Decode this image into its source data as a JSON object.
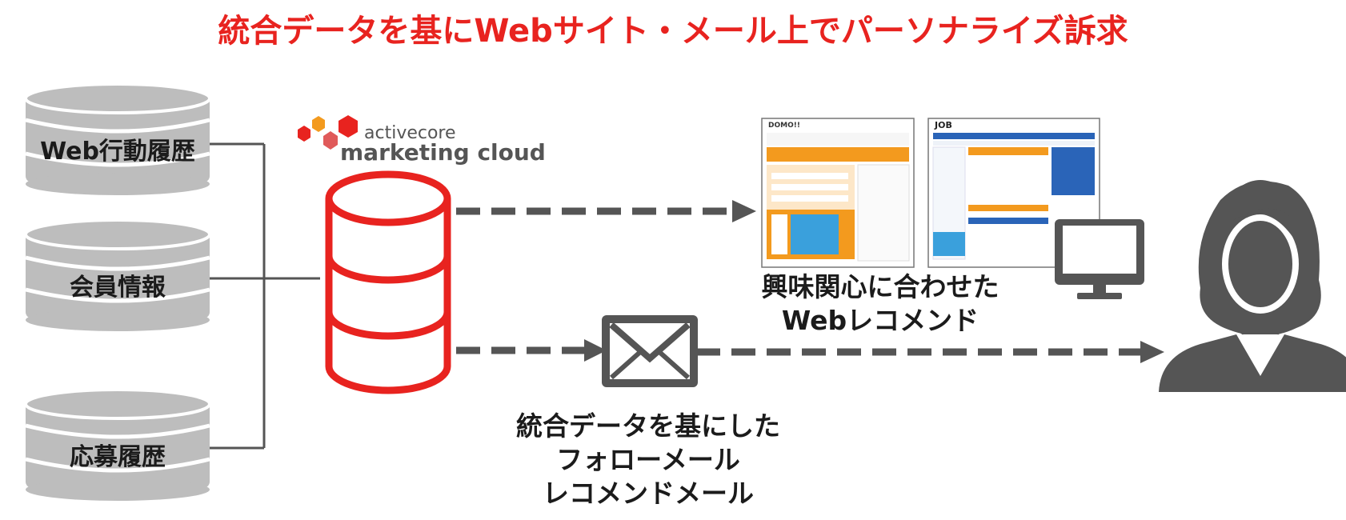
{
  "title": "統合データを基にWebサイト・メール上でパーソナライズ訴求",
  "sources": [
    {
      "label": "Web行動履歴"
    },
    {
      "label": "会員情報"
    },
    {
      "label": "応募履歴"
    }
  ],
  "brand": {
    "line1": "activecore",
    "line2": "marketing cloud"
  },
  "web_caption": {
    "line1": "興味関心に合わせた",
    "line2": "Webレコメンド"
  },
  "mail_caption": {
    "line1": "統合データを基にした",
    "line2": "フォローメール",
    "line3": "レコメンドメール"
  },
  "screenshots": [
    {
      "logo": "DOMO!!"
    },
    {
      "logo": "JOB"
    }
  ],
  "colors": {
    "accent": "#e8231f",
    "db_gray": "#bdbdbd",
    "dark": "#555555",
    "orange": "#f39a1e"
  },
  "icons": [
    "database-icon",
    "envelope-icon",
    "monitor-icon",
    "person-icon"
  ]
}
